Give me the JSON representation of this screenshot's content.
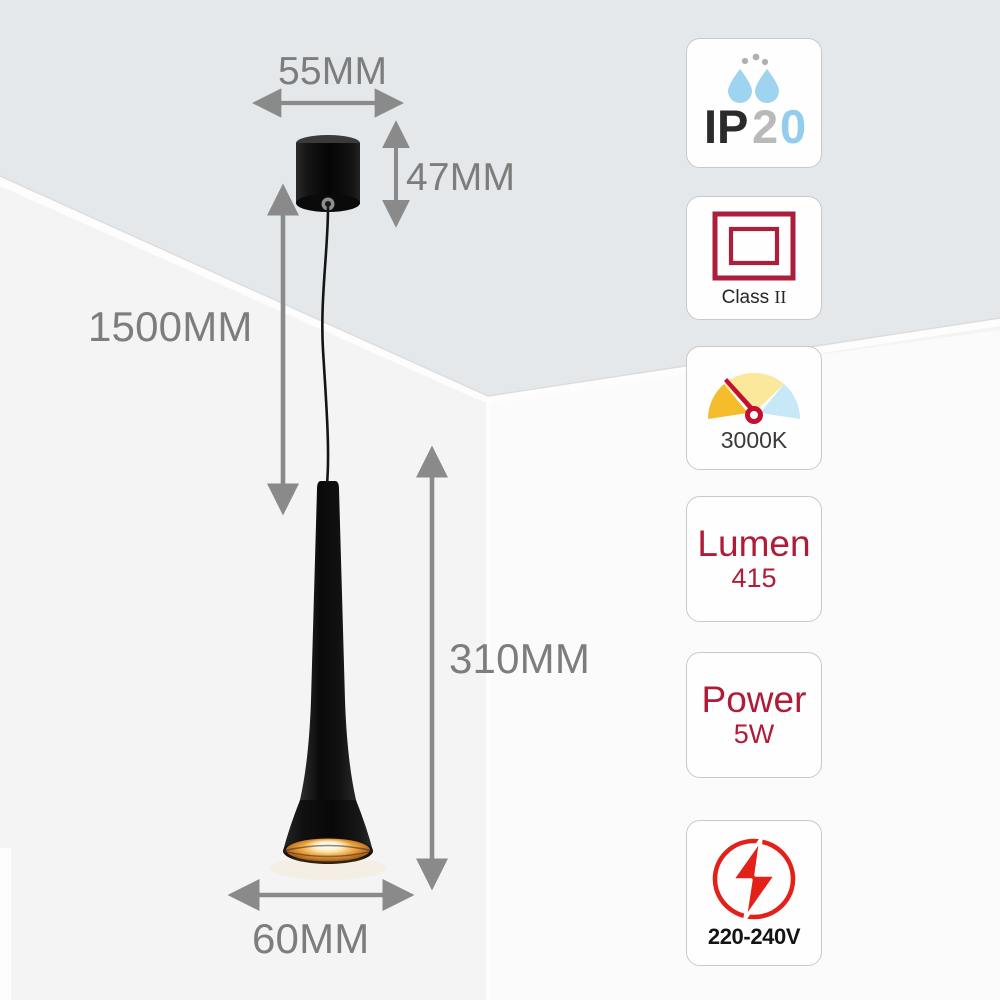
{
  "scene": {
    "description": "Black teardrop pendant lamp hanging from ceiling in a room corner",
    "wall_color": "#f4f4f4",
    "ceiling_color": "#e4e7e9",
    "wall_right_color": "#fbfbfb",
    "edge_color": "#d8d8d8"
  },
  "dimensions": {
    "canopy_width": "55MM",
    "canopy_height": "47MM",
    "suspension_length": "1500MM",
    "fixture_height": "310MM",
    "shade_diameter": "60MM",
    "arrow_color": "#8a8a8a",
    "label_color": "#7d7d7d"
  },
  "lamp": {
    "body_color": "#111111",
    "canopy_color": "#0d0d0d",
    "cord_color": "#141414",
    "shade_inner_color": "#c8762a",
    "glow_color": "#fff3d0",
    "grommet_color": "#9a9a9a"
  },
  "badges": [
    {
      "id": "ip",
      "name": "ingress-protection",
      "icon": "water-droplets-icon",
      "text_ip": "IP",
      "text_digit1": "2",
      "text_digit2": "0",
      "full_value": "IP20",
      "color_ip": "#2b2b2b",
      "color_digit1": "#b9b9b9",
      "color_digit2": "#93cdee",
      "droplet_color": "#9ed4f0",
      "dot_color": "#b0b0b0"
    },
    {
      "id": "class",
      "name": "protection-class",
      "icon": "double-square-icon",
      "caption": "Class",
      "caption_roman": "II",
      "full_value": "Class II",
      "icon_color": "#ab1f3c"
    },
    {
      "id": "cct",
      "name": "colour-temperature",
      "icon": "gauge-icon",
      "caption": "3000K",
      "full_value": "3000K",
      "segment_warm": "#f5bd2b",
      "segment_mid": "#fbe89a",
      "segment_cool": "#c6e8f7",
      "needle_color": "#c4102e"
    },
    {
      "id": "lumen",
      "name": "luminous-flux",
      "title": "Lumen",
      "value": "415",
      "full_value": "Lumen 415",
      "color": "#b01c38"
    },
    {
      "id": "power",
      "name": "power-consumption",
      "title": "Power",
      "value": "5W",
      "full_value": "Power 5W",
      "color": "#b01c38"
    },
    {
      "id": "voltage",
      "name": "input-voltage",
      "icon": "lightning-bolt-icon",
      "caption": "220-240V",
      "full_value": "220-240V",
      "icon_color": "#e32119",
      "caption_color": "#141414"
    }
  ]
}
